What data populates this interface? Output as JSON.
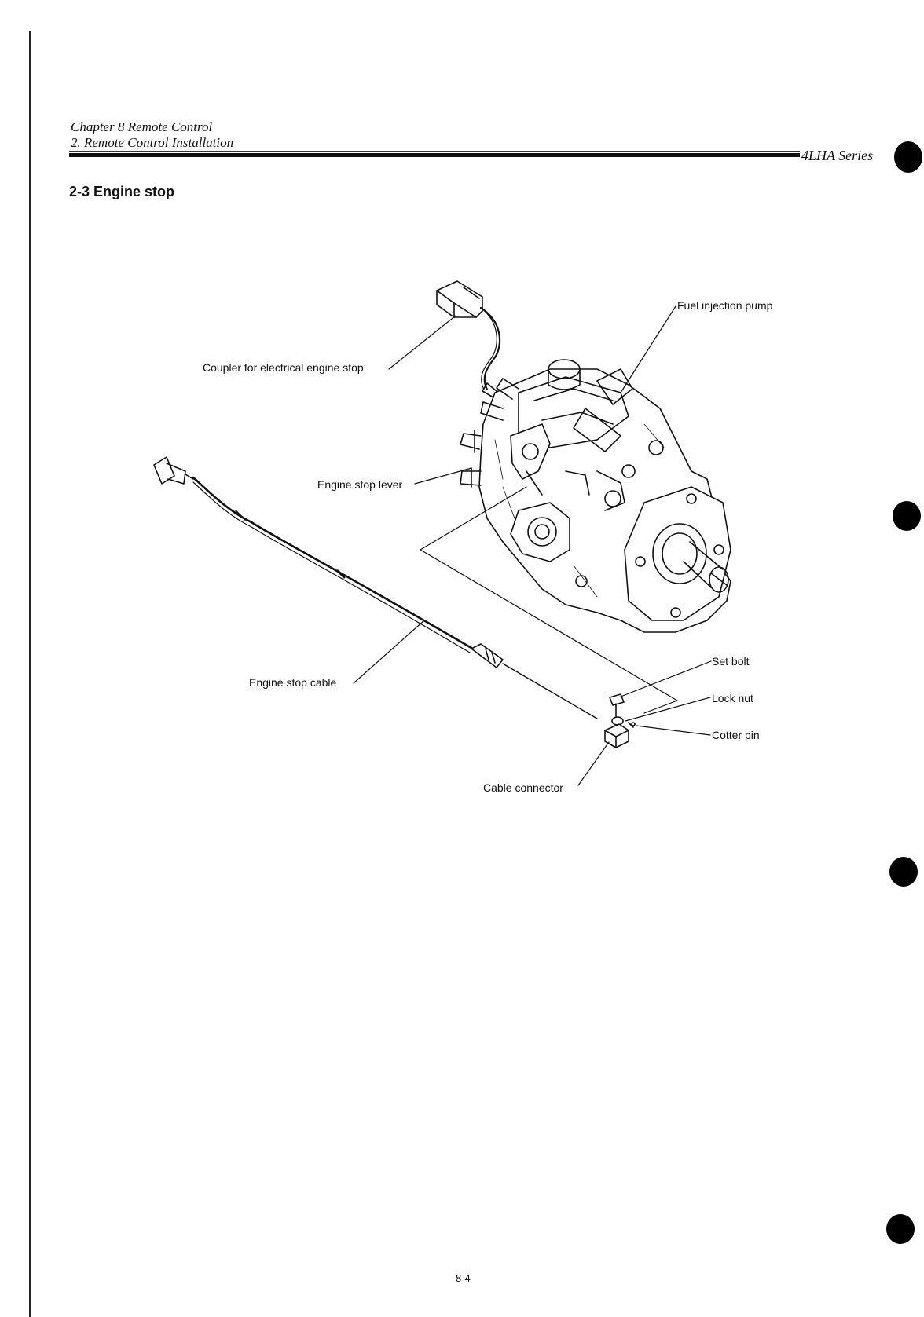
{
  "header": {
    "chapter": "Chapter 8 Remote Control",
    "section": "2. Remote Control Installation",
    "series": "4LHA Series"
  },
  "section_title": "2-3 Engine stop",
  "figure": {
    "labels": {
      "fuel_injection_pump": "Fuel injection pump",
      "coupler": "Coupler for electrical engine stop",
      "engine_stop_lever": "Engine stop lever",
      "set_bolt": "Set bolt",
      "lock_nut": "Lock nut",
      "cotter_pin": "Cotter pin",
      "engine_stop_cable": "Engine stop cable",
      "cable_connector": "Cable connector"
    }
  },
  "page_number": "8-4"
}
